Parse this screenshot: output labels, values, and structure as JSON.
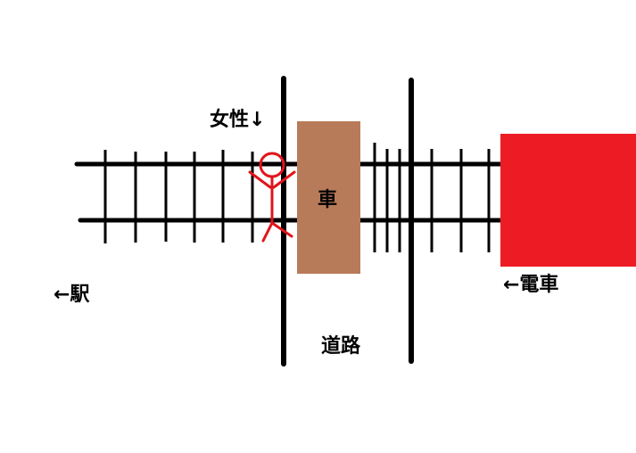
{
  "labels": {
    "woman": "女性↓",
    "car": "車",
    "station": "←駅",
    "train": "←電車",
    "road": "道路"
  },
  "colors": {
    "car": "#b87b5a",
    "train": "#ed1c24",
    "person": "#e0151b",
    "lines": "#000000"
  }
}
